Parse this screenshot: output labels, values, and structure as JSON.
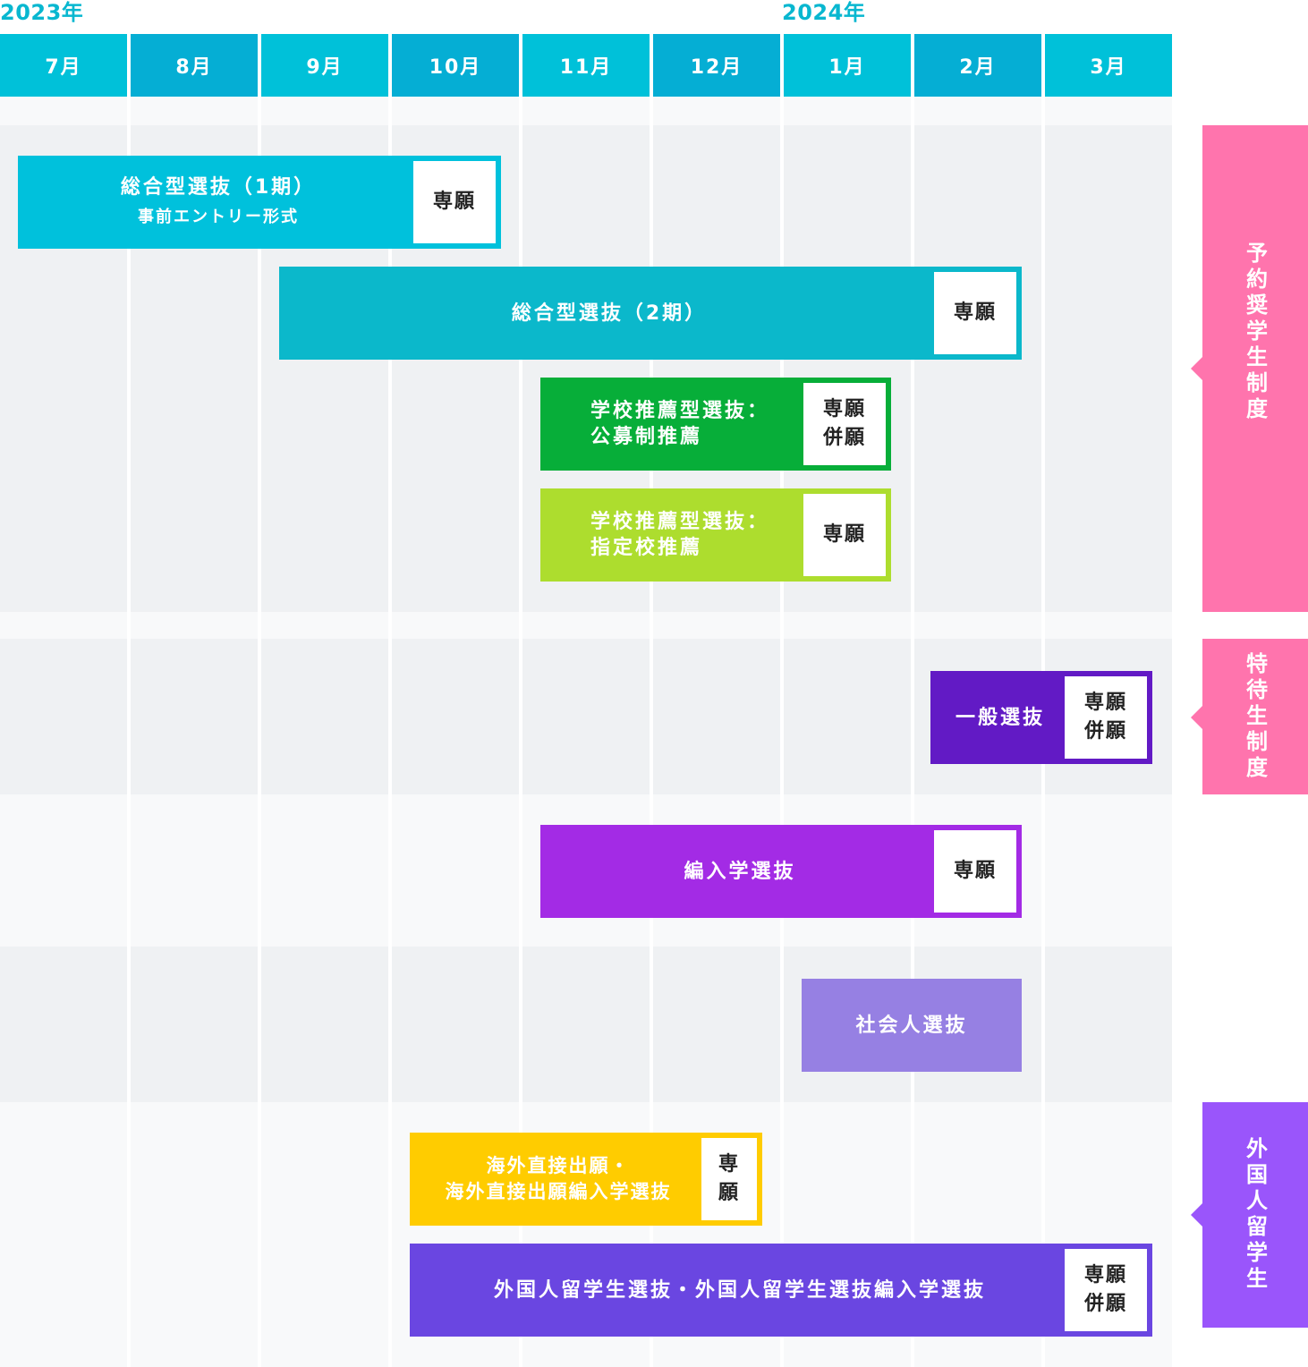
{
  "years": {
    "first": "2023年",
    "second": "2024年"
  },
  "months": [
    "7月",
    "8月",
    "9月",
    "10月",
    "11月",
    "12月",
    "1月",
    "2月",
    "3月"
  ],
  "colors": {
    "header_light": "#00c1d9",
    "header_dark": "#05aed4",
    "pink": "#ff74ad",
    "violet": "#9a55fb"
  },
  "bars": {
    "sogo1": {
      "title": "総合型選抜（1期）",
      "subtitle": "事前エントリー形式",
      "box": [
        "専願"
      ],
      "color": "#00c1dc"
    },
    "sogo2": {
      "title": "総合型選抜（2期）",
      "box": [
        "専願"
      ],
      "color": "#0bb8cb"
    },
    "koubo": {
      "title": [
        "学校推薦型選抜：",
        "公募制推薦"
      ],
      "box": [
        "専願",
        "併願"
      ],
      "color": "#07ae39"
    },
    "shitei": {
      "title": [
        "学校推薦型選抜：",
        "指定校推薦"
      ],
      "box": [
        "専願"
      ],
      "color": "#addd2e"
    },
    "ippan": {
      "title": "一般選抜",
      "box": [
        "専願",
        "併願"
      ],
      "color": "#621ac5"
    },
    "hennyu": {
      "title": "編入学選抜",
      "box": [
        "専願"
      ],
      "color": "#a32be5"
    },
    "shakaijin": {
      "title": "社会人選抜",
      "color": "#9680e3"
    },
    "kaigai": {
      "title": [
        "海外直接出願・",
        "海外直接出願編入学選抜"
      ],
      "box": [
        "専",
        "願"
      ],
      "color": "#ffcc00"
    },
    "ryugaku": {
      "title": "外国人留学生選抜・外国人留学生選抜編入学選抜",
      "box": [
        "専願",
        "併願"
      ],
      "color": "#6a46e1"
    }
  },
  "side_labels": {
    "yoyaku": "予約奨学生制度",
    "tokutai": "特待生制度",
    "gaikoku": "外国人留学生"
  }
}
